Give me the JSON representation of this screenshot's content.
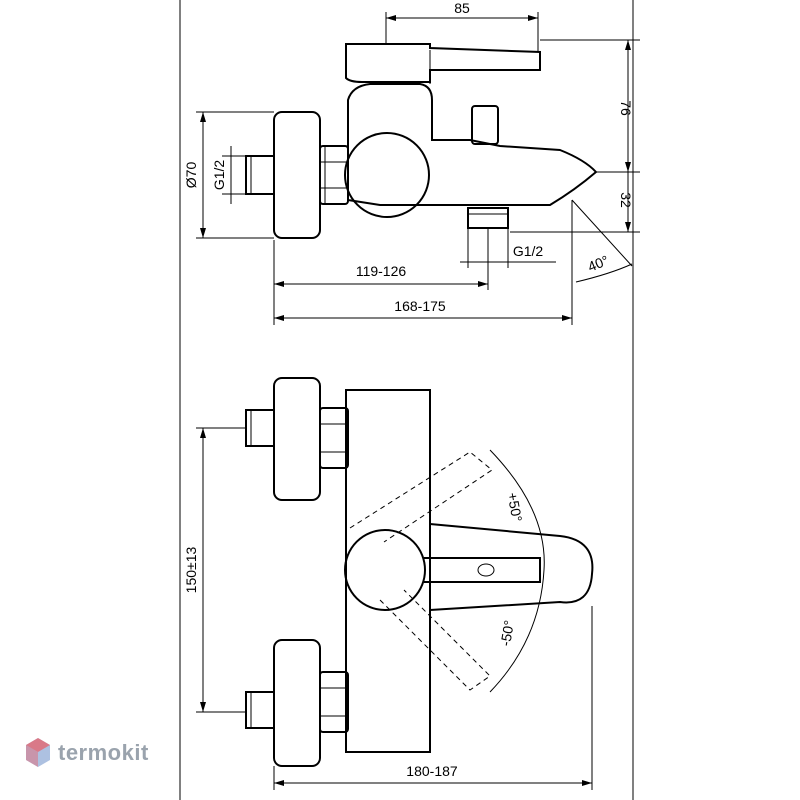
{
  "dimensions": {
    "top_width": "85",
    "height_76": "76",
    "height_32": "32",
    "diameter": "Ø70",
    "thread_left": "G1/2",
    "thread_bottom": "G1/2",
    "len_119": "119-126",
    "len_168": "168-175",
    "angle_spout": "40°",
    "center_distance": "150±13",
    "rot_plus": "+50°",
    "rot_minus": "-50°",
    "len_180": "180-187"
  },
  "watermark": {
    "text": "termokit"
  },
  "colors": {
    "line": "#000000",
    "watermark": "#9aa3ad",
    "logo_red": "#e8606a",
    "logo_blue": "#6a8ec8"
  }
}
